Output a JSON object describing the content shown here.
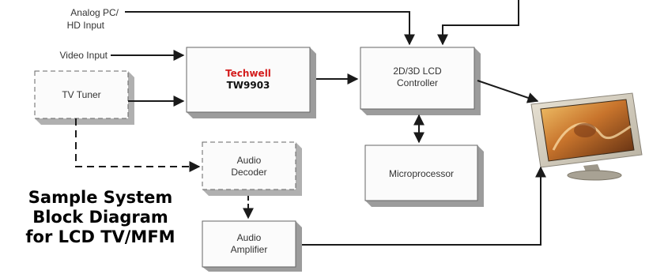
{
  "inputs": {
    "analog_line1": "Analog PC/",
    "analog_line2": "HD Input",
    "video": "Video Input"
  },
  "blocks": {
    "tv_tuner": "TV Tuner",
    "techwell_brand": "Techwell",
    "techwell_model": "TW9903",
    "lcd_controller_line1": "2D/3D LCD",
    "lcd_controller_line2": "Controller",
    "microprocessor": "Microprocessor",
    "audio_decoder_line1": "Audio",
    "audio_decoder_line2": "Decoder",
    "audio_amplifier_line1": "Audio",
    "audio_amplifier_line2": "Amplifier"
  },
  "caption": {
    "line1": "Sample System",
    "line2": "Block Diagram",
    "line3": "for LCD TV/MFM"
  },
  "colors": {
    "brand_red": "#d41d1d",
    "block_face": "#fbfbfb",
    "block_shadow": "#9c9c9c",
    "arrow": "#1a1a1a"
  }
}
